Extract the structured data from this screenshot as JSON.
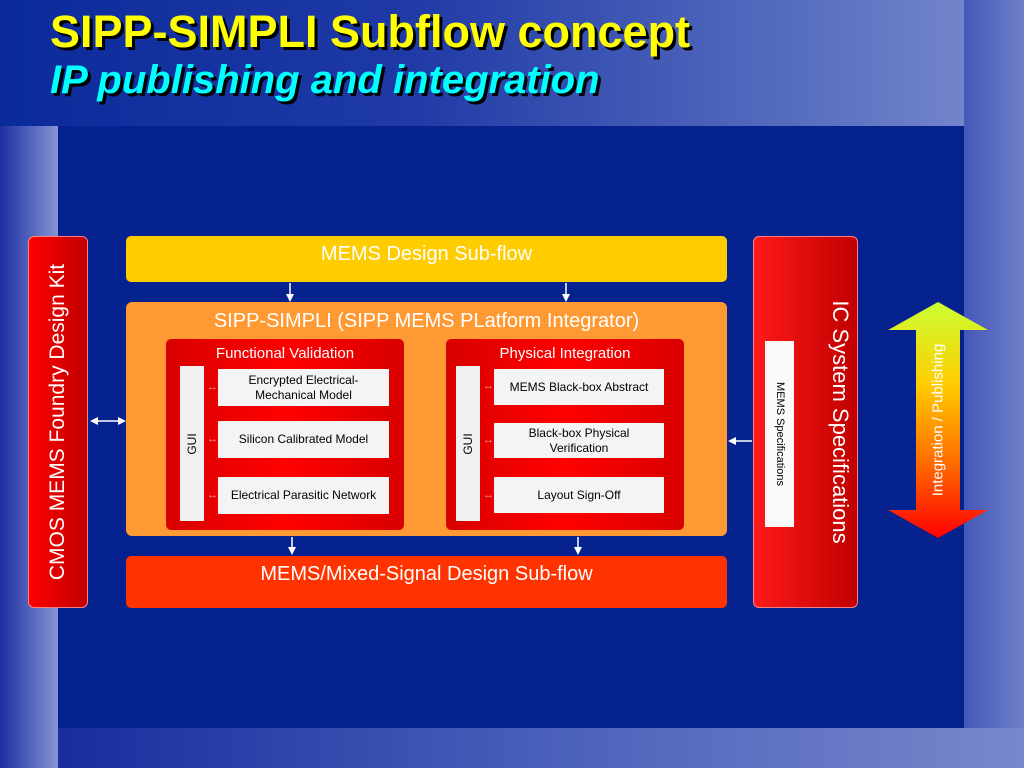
{
  "header": {
    "title": "SIPP-SIMPLI Subflow concept",
    "subtitle": "IP publishing and integration"
  },
  "left_panel": {
    "label": "CMOS MEMS Foundry Design Kit"
  },
  "right_panel": {
    "label": "IC System Specifications",
    "spec_box": "MEMS Specifications"
  },
  "double_arrow": {
    "label": "Integration / Publishing"
  },
  "top_bar": {
    "label": "MEMS Design Sub-flow"
  },
  "bottom_bar": {
    "label": "MEMS/Mixed-Signal Design Sub-flow"
  },
  "integrator": {
    "title": "SIPP-SIMPLI (SIPP MEMS PLatform Integrator)",
    "functional": {
      "title": "Functional Validation",
      "gui": "GUI",
      "items": [
        "Encrypted Electrical-Mechanical Model",
        "Silicon Calibrated Model",
        "Electrical Parasitic Network"
      ]
    },
    "physical": {
      "title": "Physical Integration",
      "gui": "GUI",
      "items": [
        "MEMS Black-box Abstract",
        "Black-box Physical Verification",
        "Layout Sign-Off"
      ]
    }
  },
  "colors": {
    "accent_yellow": "#ffcc00",
    "accent_orange": "#ff9933",
    "accent_red": "#ff0000",
    "title_yellow": "#ffff00",
    "title_cyan": "#00ffff",
    "background_blue": "#06228f"
  }
}
